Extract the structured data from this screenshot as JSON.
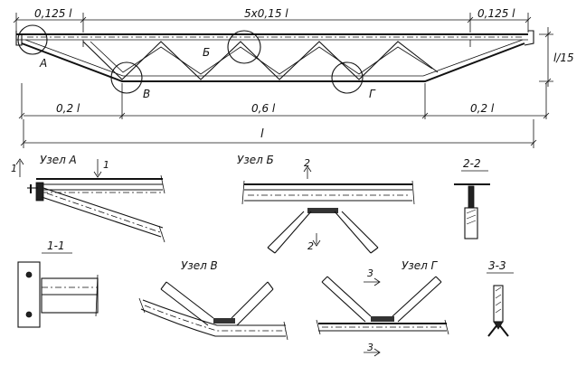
{
  "dimensions": {
    "left_top": "0,125 l",
    "panels_top": "5x0,15 l",
    "right_top": "0,125 l",
    "height": "l/15",
    "left_bottom": "0,2 l",
    "middle_bottom": "0,6 l",
    "right_bottom": "0,2 l",
    "span": "l"
  },
  "node_labels": {
    "a": "А",
    "b": "Б",
    "v": "В",
    "g": "Г"
  },
  "details": {
    "node_a": "Узел А",
    "node_b": "Узел Б",
    "node_v": "Узел В",
    "node_g": "Узел Г",
    "section_2": "2-2",
    "section_1": "1-1",
    "section_3": "3-3"
  },
  "section_marks": {
    "one_left": "1",
    "one_right": "1",
    "two_top": "2",
    "two_bottom": "2",
    "three_top": "3",
    "three_bottom": "3"
  }
}
